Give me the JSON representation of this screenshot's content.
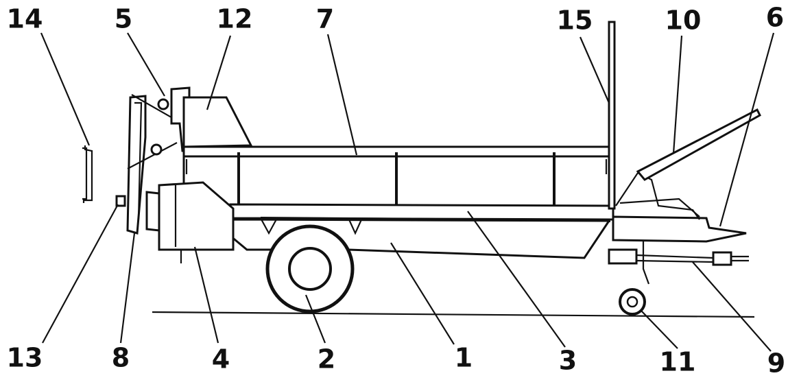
{
  "colors": {
    "ink": "#111111",
    "background": "#ffffff"
  },
  "labels": {
    "l1": "1",
    "l2": "2",
    "l3": "3",
    "l4": "4",
    "l5": "5",
    "l6": "6",
    "l7": "7",
    "l8": "8",
    "l9": "9",
    "l10": "10",
    "l11": "11",
    "l12": "12",
    "l13": "13",
    "l14": "14",
    "l15": "15"
  }
}
